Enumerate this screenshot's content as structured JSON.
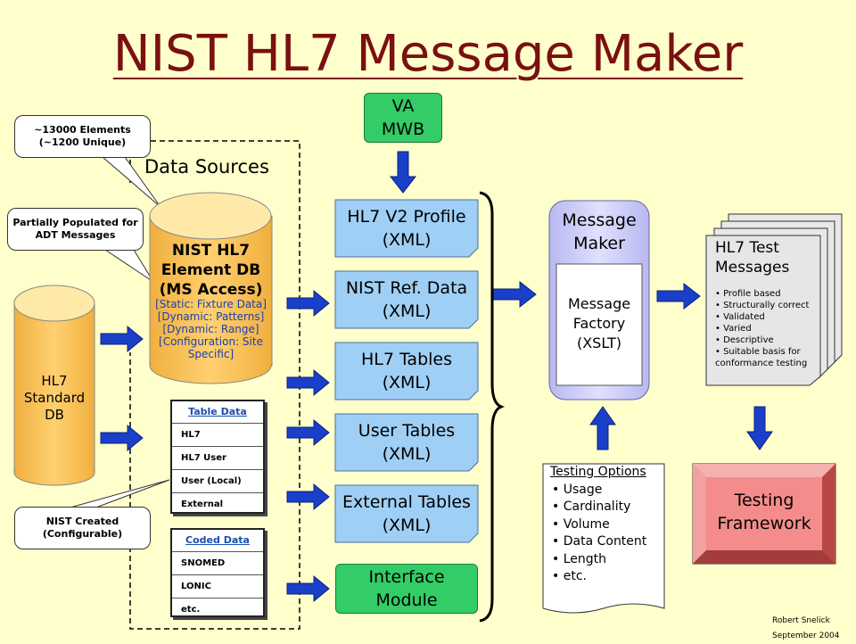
{
  "title": "NIST HL7 Message Maker",
  "callouts": {
    "elements": "~13000 Elements (~1200 Unique)",
    "partial": "Partially Populated for ADT Messages",
    "nist_created": "NIST Created (Configurable)"
  },
  "data_sources_label": "Data Sources",
  "hl7_db": "HL7 Standard DB",
  "element_db": {
    "title": "NIST HL7 Element DB (MS Access)",
    "details": "[Static: Fixture Data] [Dynamic: Patterns] [Dynamic: Range] [Configuration: Site Specific]"
  },
  "table_data": {
    "header": "Table Data",
    "rows": [
      "HL7",
      "HL7 User",
      "User (Local)",
      "External"
    ]
  },
  "coded_data": {
    "header": "Coded Data",
    "rows": [
      "SNOMED",
      "LONIC",
      "etc."
    ]
  },
  "va_mwb": "VA MWB",
  "xml_boxes": [
    "HL7 V2 Profile (XML)",
    "NIST Ref. Data (XML)",
    "HL7 Tables (XML)",
    "User Tables (XML)",
    "External Tables (XML)"
  ],
  "interface_module": "Interface Module",
  "message_maker": {
    "title": "Message Maker",
    "inner": "Message Factory (XSLT)"
  },
  "testing_options": {
    "header": "Testing Options",
    "items": [
      "Usage",
      "Cardinality",
      "Volume",
      "Data Content",
      "Length",
      "etc."
    ]
  },
  "test_messages": {
    "title": "HL7 Test Messages",
    "items": [
      "Profile based",
      "Structurally correct",
      "Validated",
      "Varied",
      "Descriptive",
      "Suitable basis for conformance testing"
    ]
  },
  "testing_framework": "Testing Framework",
  "credit": {
    "author": "Robert Snelick",
    "date": "September 2004"
  },
  "colors": {
    "background": "#ffffcc",
    "title": "#7a1010",
    "xml_box": "#9fcff5",
    "green": "#33cc66",
    "cylinder": "#ffcc66",
    "message_maker": "#ccccff",
    "testing_framework": "#f48c8c",
    "arrow": "#1a3fc8"
  }
}
